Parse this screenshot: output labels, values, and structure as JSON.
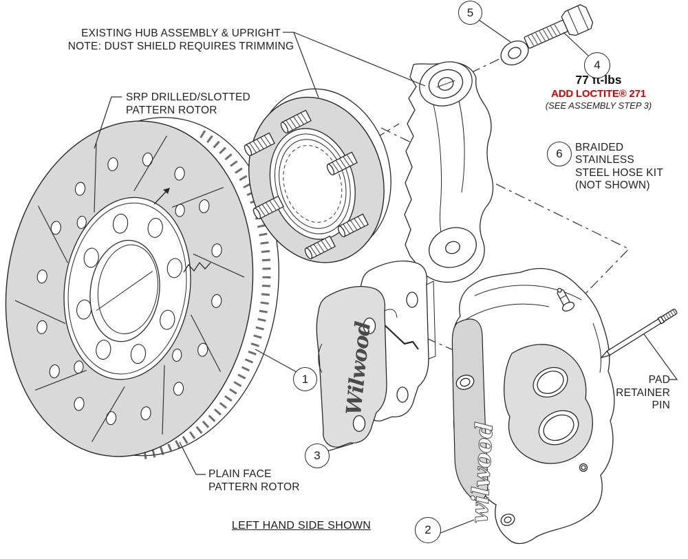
{
  "labels": {
    "hub_note": "EXISTING HUB ASSEMBLY & UPRIGHT\nNOTE: DUST SHIELD REQUIRES TRIMMING",
    "srp_rotor": "SRP DRILLED/SLOTTED\nPATTERN ROTOR",
    "plain_rotor": "PLAIN FACE\nPATTERN ROTOR",
    "hose_kit": "BRAIDED\nSTAINLESS\nSTEEL HOSE KIT\n(NOT SHOWN)",
    "pad_pin": "PAD\nRETAINER\nPIN",
    "torque": "77 ft-lbs",
    "loctite": "ADD LOCTITE® 271",
    "assembly_step": "(SEE ASSEMBLY STEP 3)",
    "footer": "LEFT HAND SIDE SHOWN"
  },
  "brand": {
    "pad_logo": "Wilwood",
    "caliper_logo": "wilwood"
  },
  "callouts": [
    {
      "num": "1",
      "part": "rotor"
    },
    {
      "num": "2",
      "part": "caliper"
    },
    {
      "num": "3",
      "part": "brake-pads"
    },
    {
      "num": "4",
      "part": "bracket-bolt"
    },
    {
      "num": "5",
      "part": "washer"
    },
    {
      "num": "6",
      "part": "hose-kit"
    }
  ],
  "colors": {
    "loctite_red": "#d40000",
    "metal_gray": "#d9d9d9",
    "line": "#262626"
  }
}
